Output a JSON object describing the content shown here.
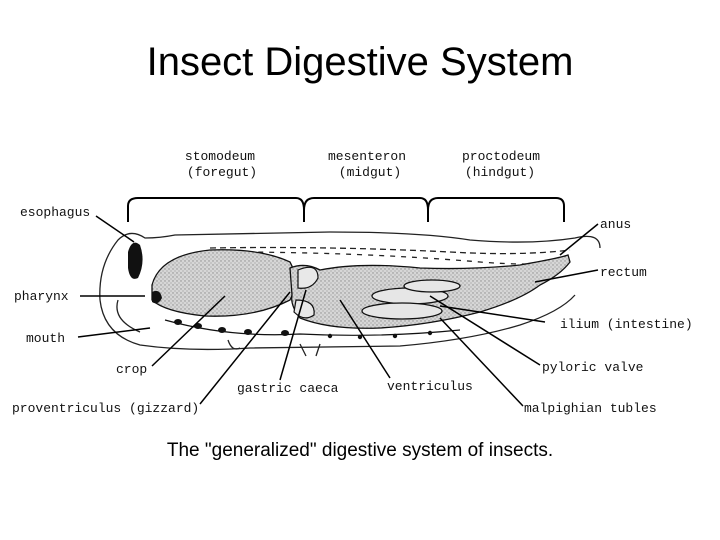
{
  "title": "Insect Digestive System",
  "caption": "The \"generalized\" digestive system of insects.",
  "regions": [
    {
      "name": "stomodeum",
      "sub": "(foregut)"
    },
    {
      "name": "mesenteron",
      "sub": "(midgut)"
    },
    {
      "name": "proctodeum",
      "sub": "(hindgut)"
    }
  ],
  "labels": {
    "esophagus": "esophagus",
    "pharynx": "pharynx",
    "mouth": "mouth",
    "crop": "crop",
    "proventriculus": "proventriculus (gizzard)",
    "gastric_caeca": "gastric caeca",
    "ventriculus": "ventriculus",
    "anus": "anus",
    "rectum": "rectum",
    "ilium": "ilium (intestine)",
    "pyloric_valve": "pyloric valve",
    "malpighian": "malpighian tubles"
  }
}
